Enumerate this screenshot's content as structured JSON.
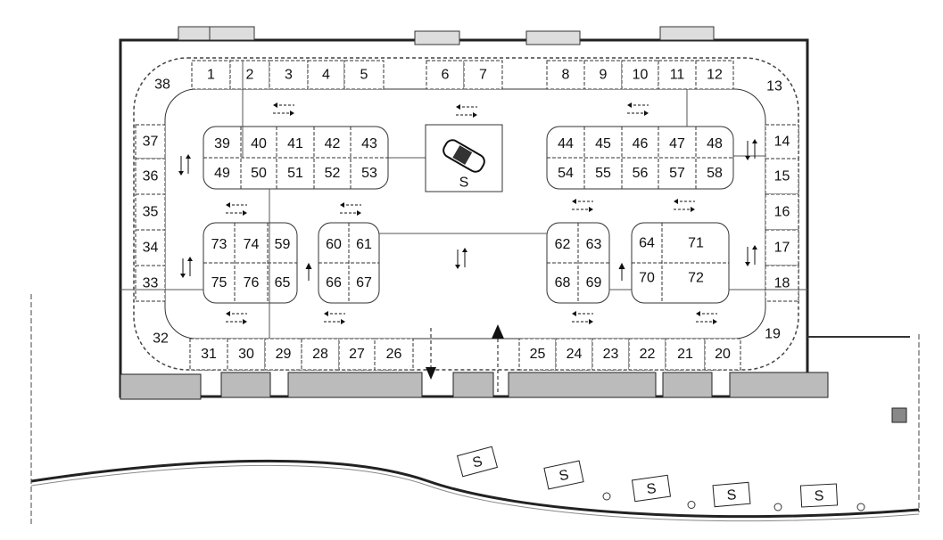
{
  "title": "Exhibition hall floor plan",
  "booths": {
    "top_left": [
      "1",
      "2",
      "3",
      "4",
      "5"
    ],
    "top_mid": [
      "6",
      "7"
    ],
    "top_right": [
      "8",
      "9",
      "10",
      "11",
      "12"
    ],
    "corner_tr": "13",
    "right_col": [
      "14",
      "15",
      "16",
      "17",
      "18"
    ],
    "corner_br": "19",
    "bottom_right": [
      "25",
      "24",
      "23",
      "22",
      "21",
      "20"
    ],
    "bottom_left": [
      "31",
      "30",
      "29",
      "28",
      "27",
      "26"
    ],
    "corner_bl": "32",
    "left_col": [
      "37",
      "36",
      "35",
      "34",
      "33"
    ],
    "corner_tl": "38",
    "island_a_top": [
      "39",
      "40",
      "41",
      "42",
      "43"
    ],
    "island_a_bottom": [
      "49",
      "50",
      "51",
      "52",
      "53"
    ],
    "island_b_top": [
      "44",
      "45",
      "46",
      "47",
      "48"
    ],
    "island_b_bottom": [
      "54",
      "55",
      "56",
      "57",
      "58"
    ],
    "island_c_top": [
      "73",
      "74",
      "59"
    ],
    "island_c_bottom": [
      "75",
      "76",
      "65"
    ],
    "island_d_top": [
      "60",
      "61"
    ],
    "island_d_bottom": [
      "66",
      "67"
    ],
    "island_e_top": [
      "62",
      "63"
    ],
    "island_e_bottom": [
      "68",
      "69"
    ],
    "island_f": [
      "64",
      "70",
      "71",
      "72"
    ]
  },
  "special_area_label": "S",
  "outdoor_signs": [
    "S",
    "S",
    "S",
    "S",
    "S"
  ],
  "icons": [
    "car-icon",
    "traffic-arrow-icon",
    "entrance-arrow-icon"
  ]
}
